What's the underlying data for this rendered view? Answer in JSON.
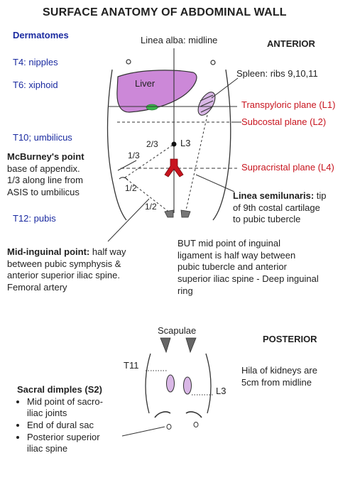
{
  "title": "SURFACE ANATOMY OF ABDOMINAL WALL",
  "colors": {
    "blue": "#1a2aa0",
    "red": "#c8141e",
    "liver": "#cc88d8",
    "gallbladder": "#3cb44b",
    "dark": "#222222"
  },
  "anterior": {
    "heading": "ANTERIOR",
    "dermatomes": {
      "heading": "Dermatomes",
      "t4": "T4: nipples",
      "t6": "T6: xiphoid",
      "t10": "T10; umbilicus",
      "t12": "T12: pubis"
    },
    "linea_alba": "Linea alba: midline",
    "liver": "Liver",
    "spleen": "Spleen: ribs 9,10,11",
    "transpyloric": "Transpyloric plane (L1)",
    "subcostal": "Subcostal plane (L2)",
    "supracristal": "Supracristal plane (L4)",
    "l3": "L3",
    "frac_2_3": "2/3",
    "frac_1_3": "1/3",
    "frac_half_a": "1/2",
    "frac_half_b": "1/2",
    "mcburney": {
      "heading": "McBurney's point",
      "line1": "base of appendix.",
      "line2": "1/3 along line from",
      "line3": "ASIS to umbilicus"
    },
    "semilunaris": {
      "heading": "Linea semilunaris:",
      "rest1": " tip",
      "line2": "of 9th costal cartilage",
      "line3": "to pubic tubercle"
    },
    "mid_inguinal": {
      "heading": "Mid-inguinal point:",
      "rest1": " half way",
      "line2": "between pubic symphysis &",
      "line3": "anterior superior iliac spine.",
      "line4": "Femoral artery"
    },
    "but_note": {
      "line1": "BUT mid point of inguinal",
      "line2": "ligament is half way between",
      "line3": "pubic tubercle and anterior",
      "line4": "superior iliac spine - Deep inguinal",
      "line5": "ring"
    }
  },
  "posterior": {
    "heading": "POSTERIOR",
    "scapulae": "Scapulae",
    "t11": "T11",
    "l3": "L3",
    "hila": {
      "line1": "Hila of kidneys are",
      "line2": "5cm from midline"
    },
    "sacral": {
      "heading": "Sacral dimples (S2)",
      "items": [
        "Mid point of sacro-",
        "End of dural sac",
        "Posterior superior"
      ],
      "cont": [
        "iliac joints",
        "",
        "iliac spine"
      ]
    }
  }
}
